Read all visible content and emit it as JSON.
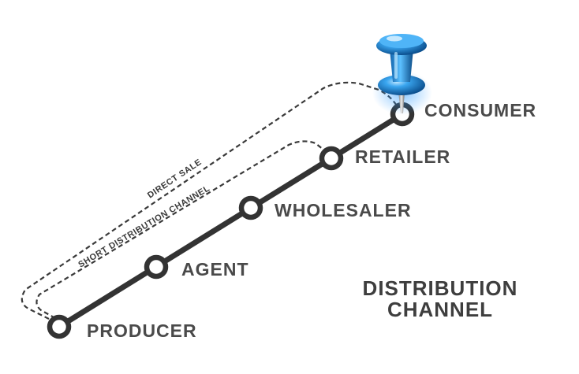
{
  "title": {
    "line1": "DISTRIBUTION",
    "line2": "CHANNEL"
  },
  "nodes": [
    {
      "id": "producer",
      "label": "PRODUCER"
    },
    {
      "id": "agent",
      "label": "AGENT"
    },
    {
      "id": "wholesaler",
      "label": "WHOLESALER"
    },
    {
      "id": "retailer",
      "label": "RETAILER"
    },
    {
      "id": "consumer",
      "label": "CONSUMER"
    }
  ],
  "paths": {
    "direct_sale": "DIRECT SALE",
    "short_channel": "SHORT DISTRIBUTION CHANNEL"
  },
  "pushpin": {
    "icon": "pushpin-icon",
    "color": "#1e8fe0"
  },
  "colors": {
    "line": "#333333",
    "node_fill": "#ffffff",
    "label": "#4a4a4a"
  }
}
